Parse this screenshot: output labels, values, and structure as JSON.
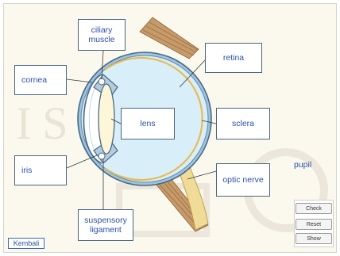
{
  "labels": {
    "ciliary_muscle": "ciliary muscle",
    "retina": "retina",
    "cornea": "cornea",
    "lens": "lens",
    "sclera": "sclera",
    "iris": "iris",
    "optic_nerve": "optic nerve",
    "suspensory_ligament": "suspensory ligament"
  },
  "loose_term": "pupil",
  "buttons": {
    "check": "Check",
    "reset": "Reset",
    "show": "Show",
    "back": "Kembali"
  },
  "watermark": "ISLAM",
  "colors": {
    "label_text": "#2c4fa8",
    "eyeball_fill": "#d8eef8",
    "sclera_outline": "#4a6a88",
    "retina_line": "#e8b84a",
    "optic_nerve": "#f0dc96",
    "muscle": "#c09060"
  }
}
